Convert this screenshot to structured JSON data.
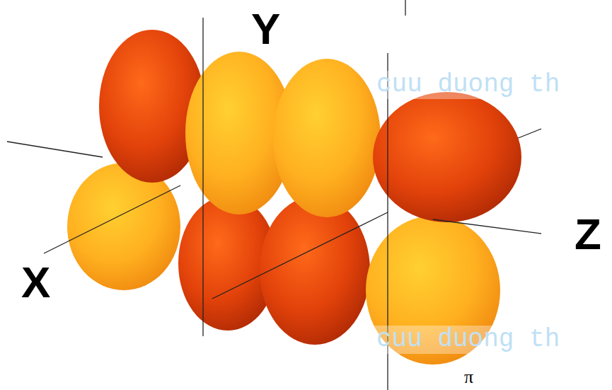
{
  "diagram": {
    "labels": [
      "Y",
      "X",
      "Z",
      "π",
      "cuu duong th",
      "cuu duong th"
    ]
  }
}
